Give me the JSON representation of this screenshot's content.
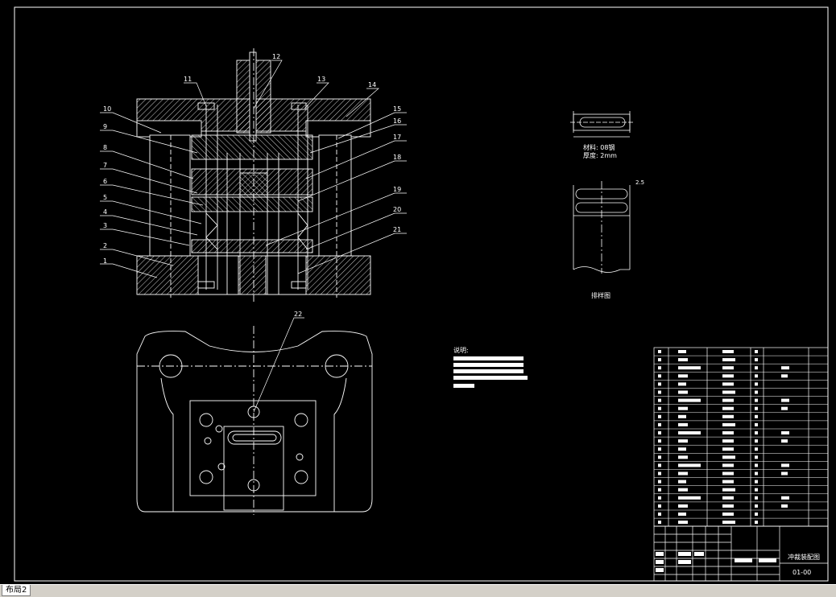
{
  "drawing": {
    "part_labels": [
      "1",
      "2",
      "3",
      "4",
      "5",
      "6",
      "7",
      "8",
      "9",
      "10",
      "11",
      "12",
      "13",
      "14",
      "15",
      "16",
      "17",
      "18",
      "19",
      "20",
      "21",
      "22"
    ],
    "material_label": "材料: 08钢",
    "thickness_label": "厚度: 2mm",
    "strip_layout_caption": "排样图",
    "notes_title": "说明:",
    "title_block_name": "冲裁装配图",
    "title_block_number": "01-00",
    "dim_small": "2.5"
  },
  "tabs": {
    "active_label": "布局2"
  },
  "colors": {
    "background": "#000000",
    "lines": "#ffffff",
    "hatch": "#ffffff"
  }
}
